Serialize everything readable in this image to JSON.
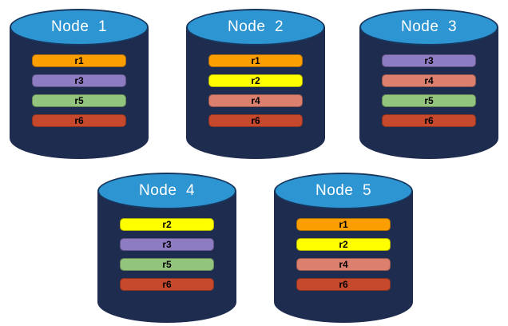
{
  "colors": {
    "cylinder_body": "#1E2C50",
    "cylinder_top_fill": "#2E95D3",
    "cylinder_outline": "#17375E",
    "background": "#FFFFFF",
    "bar_text": "#000000",
    "node_label_text": "#FFFFFF",
    "partition_palette": {
      "r1": "#FB9E01",
      "r2": "#FFFF00",
      "r3": "#8E7CC3",
      "r4": "#DB7F6E",
      "r5": "#93C47D",
      "r6": "#C6492E"
    }
  },
  "nodes": [
    {
      "label": "Node  1",
      "partitions": [
        {
          "label": "r1",
          "color": "#FB9E01"
        },
        {
          "label": "r3",
          "color": "#8E7CC3"
        },
        {
          "label": "r5",
          "color": "#93C47D"
        },
        {
          "label": "r6",
          "color": "#C6492E"
        }
      ]
    },
    {
      "label": "Node  2",
      "partitions": [
        {
          "label": "r1",
          "color": "#FB9E01"
        },
        {
          "label": "r2",
          "color": "#FFFF00"
        },
        {
          "label": "r4",
          "color": "#DB7F6E"
        },
        {
          "label": "r6",
          "color": "#C6492E"
        }
      ]
    },
    {
      "label": "Node  3",
      "partitions": [
        {
          "label": "r3",
          "color": "#8E7CC3"
        },
        {
          "label": "r4",
          "color": "#DB7F6E"
        },
        {
          "label": "r5",
          "color": "#93C47D"
        },
        {
          "label": "r6",
          "color": "#C6492E"
        }
      ]
    },
    {
      "label": "Node  4",
      "partitions": [
        {
          "label": "r2",
          "color": "#FFFF00"
        },
        {
          "label": "r3",
          "color": "#8E7CC3"
        },
        {
          "label": "r5",
          "color": "#93C47D"
        },
        {
          "label": "r6",
          "color": "#C6492E"
        }
      ]
    },
    {
      "label": "Node  5",
      "partitions": [
        {
          "label": "r1",
          "color": "#FB9E01"
        },
        {
          "label": "r2",
          "color": "#FFFF00"
        },
        {
          "label": "r4",
          "color": "#DB7F6E"
        },
        {
          "label": "r6",
          "color": "#C6492E"
        }
      ]
    }
  ]
}
